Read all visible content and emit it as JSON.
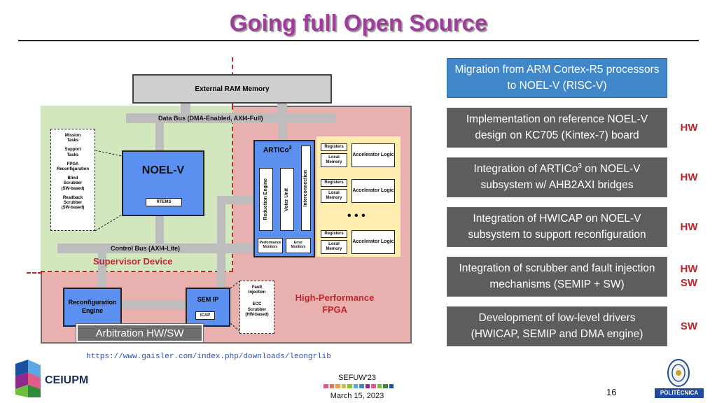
{
  "slide": {
    "title": "Going full Open Source"
  },
  "diagram": {
    "external_ram": "External RAM Memory",
    "data_bus": "Data Bus (DMA-Enabled, AXI4-Full)",
    "control_bus": "Control Bus (AXI4-Lite)",
    "tasks": [
      "Mission\nTasks",
      "Support\nTasks",
      "FPGA\nReconfiguration",
      "Blind\nScrubber\n(SW-based)",
      "Readback\nScrubber\n(SW-based)"
    ],
    "noelv": "NOEL-V",
    "rtems": "RTEMS",
    "artico": "ARTICo",
    "artico_sup": "3",
    "reduction": "Reduction Engine",
    "voter": "Voter Unit",
    "interconnection": "Interconnection",
    "perf_monitors": "Performance Monitors",
    "error_monitors": "Error Monitors",
    "registers": "Registers",
    "local_memory": "Local Memory",
    "accel_logic": "Accelerator Logic",
    "ellipsis": "• • •",
    "supervisor": "Supervisor Device",
    "high_perf": "High-Performance\nFPGA",
    "recon_engine": "Reconfiguration\nEngine",
    "sem_ip": "SEM IP",
    "icap": "ICAP",
    "fault_injection": "Fault\nInjection",
    "ecc_scrubber": "ECC\nScrubber\n(HW-based)",
    "arbitration": "Arbitration HW/SW"
  },
  "url": "https://www.gaisler.com/index.php/downloads/leongrlib",
  "items": [
    {
      "text": "Migration from ARM Cortex-R5 processors to NOEL-V (RISC-V)",
      "tag": ""
    },
    {
      "text": "Implementation on reference NOEL-V design on KC705 (Kintex-7) board",
      "tag": "HW"
    },
    {
      "text_a": "Integration of ARTICo",
      "sup": "3",
      "text_b": " on NOEL-V subsystem w/ AHB2AXI bridges",
      "tag": "HW"
    },
    {
      "text": "Integration of HWICAP on NOEL-V subsystem to support reconfiguration",
      "tag": "HW"
    },
    {
      "text": "Integration of scrubber and fault injection mechanisms (SEMIP + SW)",
      "tag": "HW\nSW"
    },
    {
      "text": "Development of low-level drivers (HWICAP, SEMIP and DMA engine)",
      "tag": "SW"
    }
  ],
  "footer": {
    "cei_logo_text": "CEIUPM",
    "event": "SEFUW'23",
    "date": "March 15, 2023",
    "page": "16",
    "upm_logo_text": "POLITÉCNICA"
  },
  "colors": {
    "title": "#a03c9c",
    "accent_red": "#c0262c",
    "item_gray": "#5d5d5d",
    "item_blue": "#3f87c9",
    "block_blue": "#5b8ff0"
  }
}
